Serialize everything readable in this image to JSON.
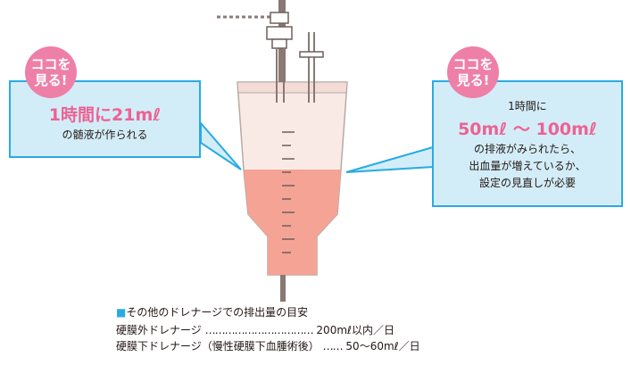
{
  "left_callout": {
    "badge": [
      "ココを",
      "見る!"
    ],
    "highlight": "1時間に21mℓ",
    "text": "の髄液が作られる"
  },
  "right_callout": {
    "badge": [
      "ココを",
      "見る!"
    ],
    "line1": "1時間に",
    "highlight": "50mℓ ～ 100mℓ",
    "lines": [
      "の排液がみられたら、",
      "出血量が増えているか、",
      "設定の見直しが必要"
    ]
  },
  "notes": {
    "heading": "■その他のドレナージでの排出量の目安",
    "rows": [
      {
        "label": "硬膜外ドレナージ",
        "dots": "……………………………",
        "value": "200mℓ以内／日"
      },
      {
        "label": "硬膜下ドレナージ（慢性硬膜下血腫術後）",
        "dots": "……",
        "value": "50～60mℓ／日"
      }
    ]
  },
  "colors": {
    "callout_fill": "#d3edf8",
    "callout_border": "#29abe2",
    "badge": "#ee80a7",
    "highlight_text": "#ec6293",
    "fluid": "#f4a395",
    "container": "#f9eae6"
  }
}
